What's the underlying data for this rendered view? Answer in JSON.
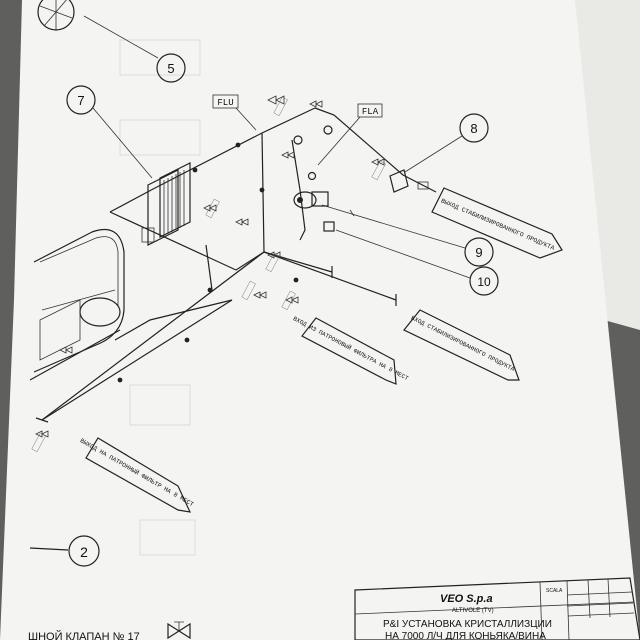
{
  "callouts": {
    "c2": "2",
    "c5": "5",
    "c7": "7",
    "c8": "8",
    "c9": "9",
    "c10": "10"
  },
  "tags": {
    "flu": "FLU",
    "fla": "FLA"
  },
  "arrows": {
    "product_top": "ВЫХОД СТАБИЛИЗИРОВАННОГО ПРОДУКТА",
    "cartridge_top": "ВХОД ИЗ ПАТРОНОВЫЙ ФИЛЬТРА НА 8 МЕСТ",
    "product_mid": "ВХОД СТАБИЛИЗИРОВАННОГО ПРОДУКТА",
    "cartridge_bottom": "ВЫХОД НА ПАТРОННЫЙ ФИЛЬТР НА 8 МЕСТ"
  },
  "title_block": {
    "company": "VEO S.p.a",
    "city": "ALTIVOLE (TV)",
    "line1": "P&I УСТАНОВКА КРИСТАЛЛИЗЦИИ",
    "line2": "НА 7000 Л/Ч ДЛЯ КОНЬЯКА/ВИНА",
    "scale_label": "SCALA"
  },
  "footer_note": "ШНОЙ КЛАПАН № 17"
}
